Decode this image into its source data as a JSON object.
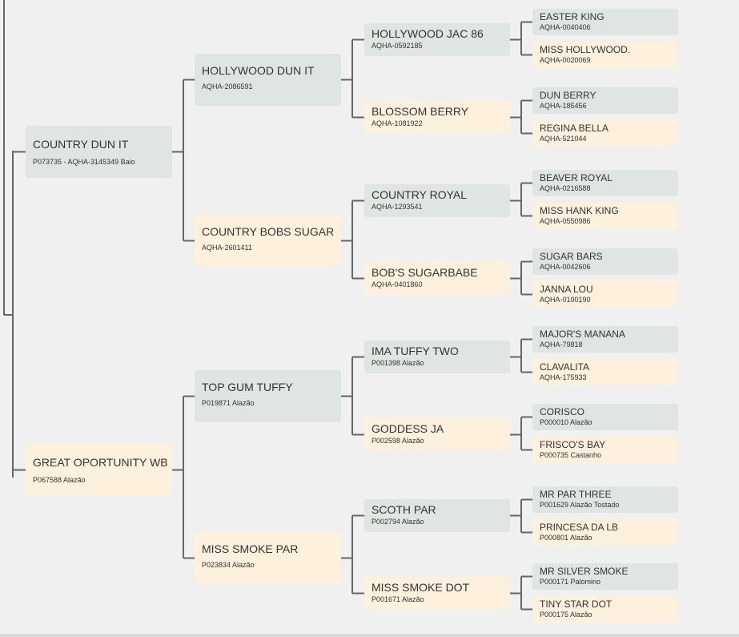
{
  "colors": {
    "sire_box": "#dfe6e1",
    "dam_box": "#fdf0dc",
    "connector": "#666666",
    "background": "#f0f0f0"
  },
  "pedigree": {
    "gen1": [
      {
        "name": "COUNTRY DUN IT",
        "code": "P073735 - AQHA-3145349 Baio"
      },
      {
        "name": "GREAT OPORTUNITY WB",
        "code": "P067588 Alazão"
      }
    ],
    "gen2": [
      {
        "name": "HOLLYWOOD DUN IT",
        "code": "AQHA-2086591"
      },
      {
        "name": "COUNTRY BOBS SUGAR",
        "code": "AQHA-2601411"
      },
      {
        "name": "TOP GUM TUFFY",
        "code": "P019871 Alazão"
      },
      {
        "name": "MISS SMOKE PAR",
        "code": "P023834 Alazão"
      }
    ],
    "gen3": [
      {
        "name": "HOLLYWOOD JAC 86",
        "code": "AQHA-0592185"
      },
      {
        "name": "BLOSSOM BERRY",
        "code": "AQHA-1081922"
      },
      {
        "name": "COUNTRY ROYAL",
        "code": "AQHA-1293541"
      },
      {
        "name": "BOB'S SUGARBABE",
        "code": "AQHA-0401860"
      },
      {
        "name": "IMA TUFFY TWO",
        "code": "P001398 Alazão"
      },
      {
        "name": "GODDESS JA",
        "code": "P002598 Alazão"
      },
      {
        "name": "SCOTH PAR",
        "code": "P002794 Alazão"
      },
      {
        "name": "MISS SMOKE DOT",
        "code": "P001671 Alazão"
      }
    ],
    "gen4": [
      {
        "name": "EASTER KING",
        "code": "AQHA-0040406"
      },
      {
        "name": "MISS HOLLYWOOD.",
        "code": "AQHA-0020069"
      },
      {
        "name": "DUN BERRY",
        "code": "AQHA-185456"
      },
      {
        "name": "REGINA BELLA",
        "code": "AQHA-521044"
      },
      {
        "name": "BEAVER ROYAL",
        "code": "AQHA-0216588"
      },
      {
        "name": "MISS HANK KING",
        "code": "AQHA-0550986"
      },
      {
        "name": "SUGAR BARS",
        "code": "AQHA-0042606"
      },
      {
        "name": "JANNA LOU",
        "code": "AQHA-0100190"
      },
      {
        "name": "MAJOR'S MANANA",
        "code": "AQHA-79818"
      },
      {
        "name": "CLAVALITA",
        "code": "AQHA-175933"
      },
      {
        "name": "CORISCO",
        "code": "P000010 Alazão"
      },
      {
        "name": "FRISCO'S BAY",
        "code": "P000735 Castanho"
      },
      {
        "name": "MR PAR THREE",
        "code": "P001629 Alazão Tostado"
      },
      {
        "name": "PRINCESA DA LB",
        "code": "P000801 Alazão"
      },
      {
        "name": "MR SILVER SMOKE",
        "code": "P000171 Palomino"
      },
      {
        "name": "TINY STAR DOT",
        "code": "P000175 Alazão"
      }
    ]
  }
}
